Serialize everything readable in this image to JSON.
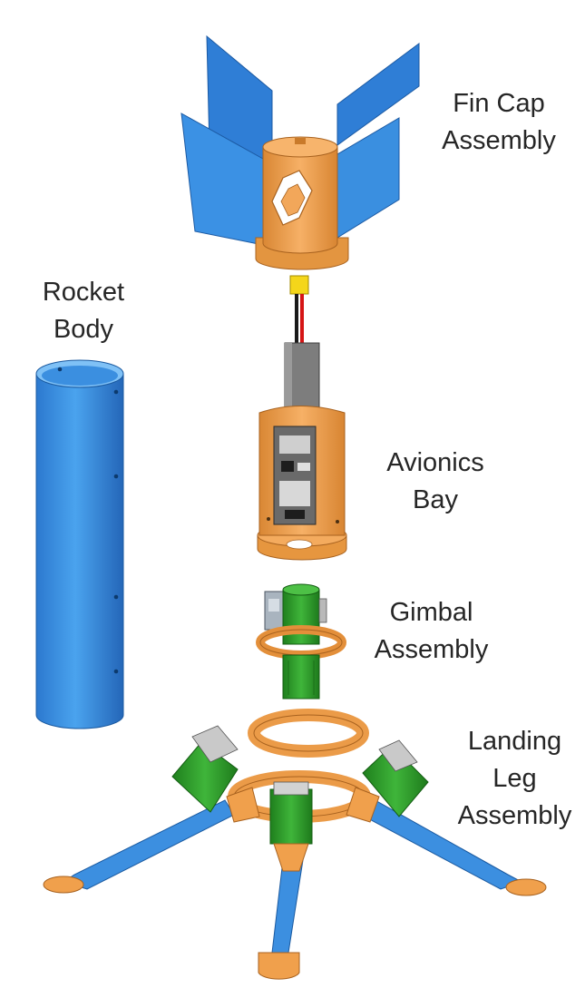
{
  "labels": {
    "fin_cap": [
      "Fin Cap",
      "Assembly"
    ],
    "rocket_body": [
      "Rocket",
      "Body"
    ],
    "avionics_bay": [
      "Avionics",
      "Bay"
    ],
    "gimbal": [
      "Gimbal",
      "Assembly"
    ],
    "landing_leg": [
      "Landing",
      "Leg",
      "Assembly"
    ]
  },
  "colors": {
    "blue": "#3a8fe0",
    "orange": "#f0a04c",
    "green": "#2e9b2b",
    "background": "#ffffff"
  }
}
